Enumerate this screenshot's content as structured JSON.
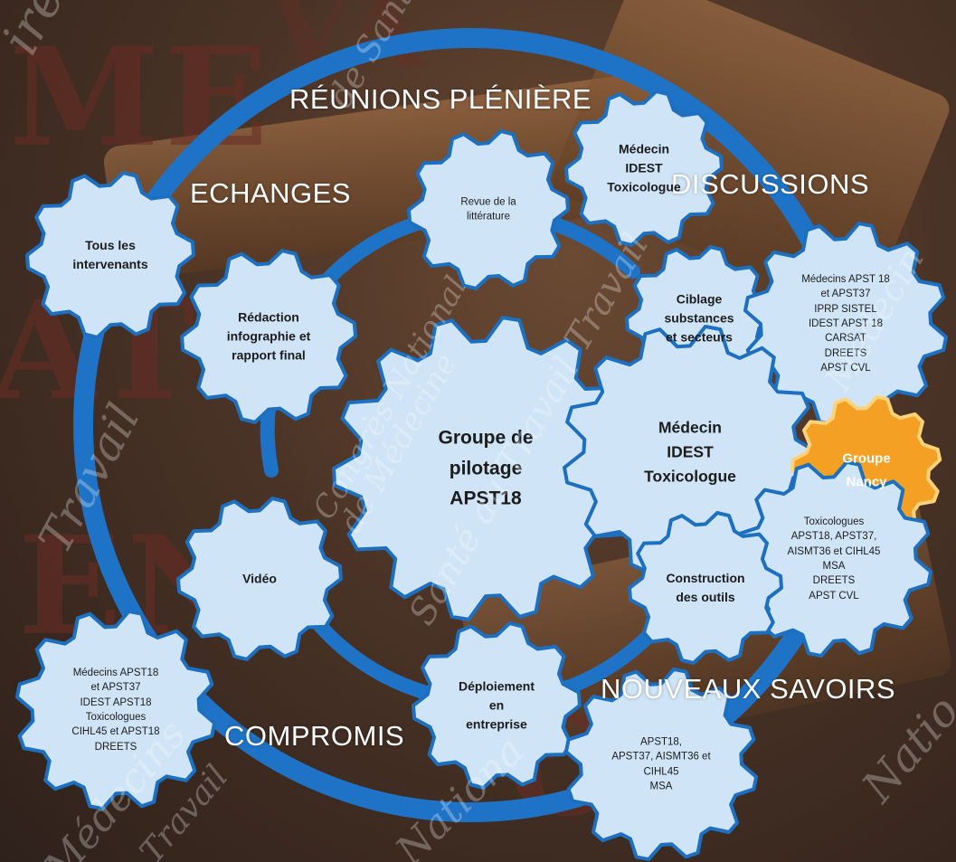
{
  "colors": {
    "ring": "#1f73c7",
    "gear_fill": "#cfe4f6",
    "gear_stroke": "#1d6fc0",
    "orange_fill": "#f4a024",
    "orange_stroke": "#ffd27a"
  },
  "background": {
    "letters": [
      "ME",
      "ATE",
      "EN",
      "OL",
      "VA"
    ],
    "watermark_lines": [
      "ires Nationa",
      "de Santé",
      "Travail",
      "Médecins",
      "Santé au Travail",
      "Congrès National",
      "de Médecine",
      "Travail",
      "Natio",
      "Nationa",
      "Médecin",
      "Travail"
    ]
  },
  "ring_labels": {
    "top": "RÉUNIONS PLÉNIÈRE",
    "left": "ECHANGES",
    "right": "DISCUSSIONS",
    "bottom_left": "COMPROMIS",
    "bottom_right": "NOUVEAUX SAVOIRS"
  },
  "gears": [
    {
      "name": "gear-tous-intervenants",
      "label": "Tous les\nintervenants"
    },
    {
      "name": "gear-revue-litterature",
      "label": "Revue de la\nlittérature"
    },
    {
      "name": "gear-medecin-idest-small",
      "label": "Médecin\nIDEST\nToxicologue"
    },
    {
      "name": "gear-redaction",
      "label": "Rédaction\ninfographie et\nrapport final"
    },
    {
      "name": "gear-ciblage",
      "label": "Ciblage\nsubstances\net secteurs"
    },
    {
      "name": "gear-medecins-list",
      "label": "Médecins APST 18\net APST37\nIPRP SISTEL\nIDEST APST 18\nCARSAT\nDREETS\nAPST CVL"
    },
    {
      "name": "gear-groupe-pilotage",
      "label": "Groupe de\npilotage\nAPST18"
    },
    {
      "name": "gear-medecin-idest-large",
      "label": "Médecin\nIDEST\nToxicologue"
    },
    {
      "name": "gear-groupe-nancy",
      "label": "Groupe\nNancy"
    },
    {
      "name": "gear-toxicologues",
      "label": "Toxicologues\nAPST18, APST37,\nAISMT36 et CIHL45\nMSA\nDREETS\nAPST CVL"
    },
    {
      "name": "gear-video",
      "label": "Vidéo"
    },
    {
      "name": "gear-construction",
      "label": "Construction\ndes outils"
    },
    {
      "name": "gear-medecins-bottom",
      "label": "Médecins APST18\net APST37\nIDEST APST18\nToxicologues\nCIHL45 et APST18\nDREETS"
    },
    {
      "name": "gear-deploiement",
      "label": "Déploiement\nen\nentreprise"
    },
    {
      "name": "gear-apst-bottom",
      "label": "APST18,\nAPST37, AISMT36 et\nCIHL45\nMSA"
    }
  ]
}
